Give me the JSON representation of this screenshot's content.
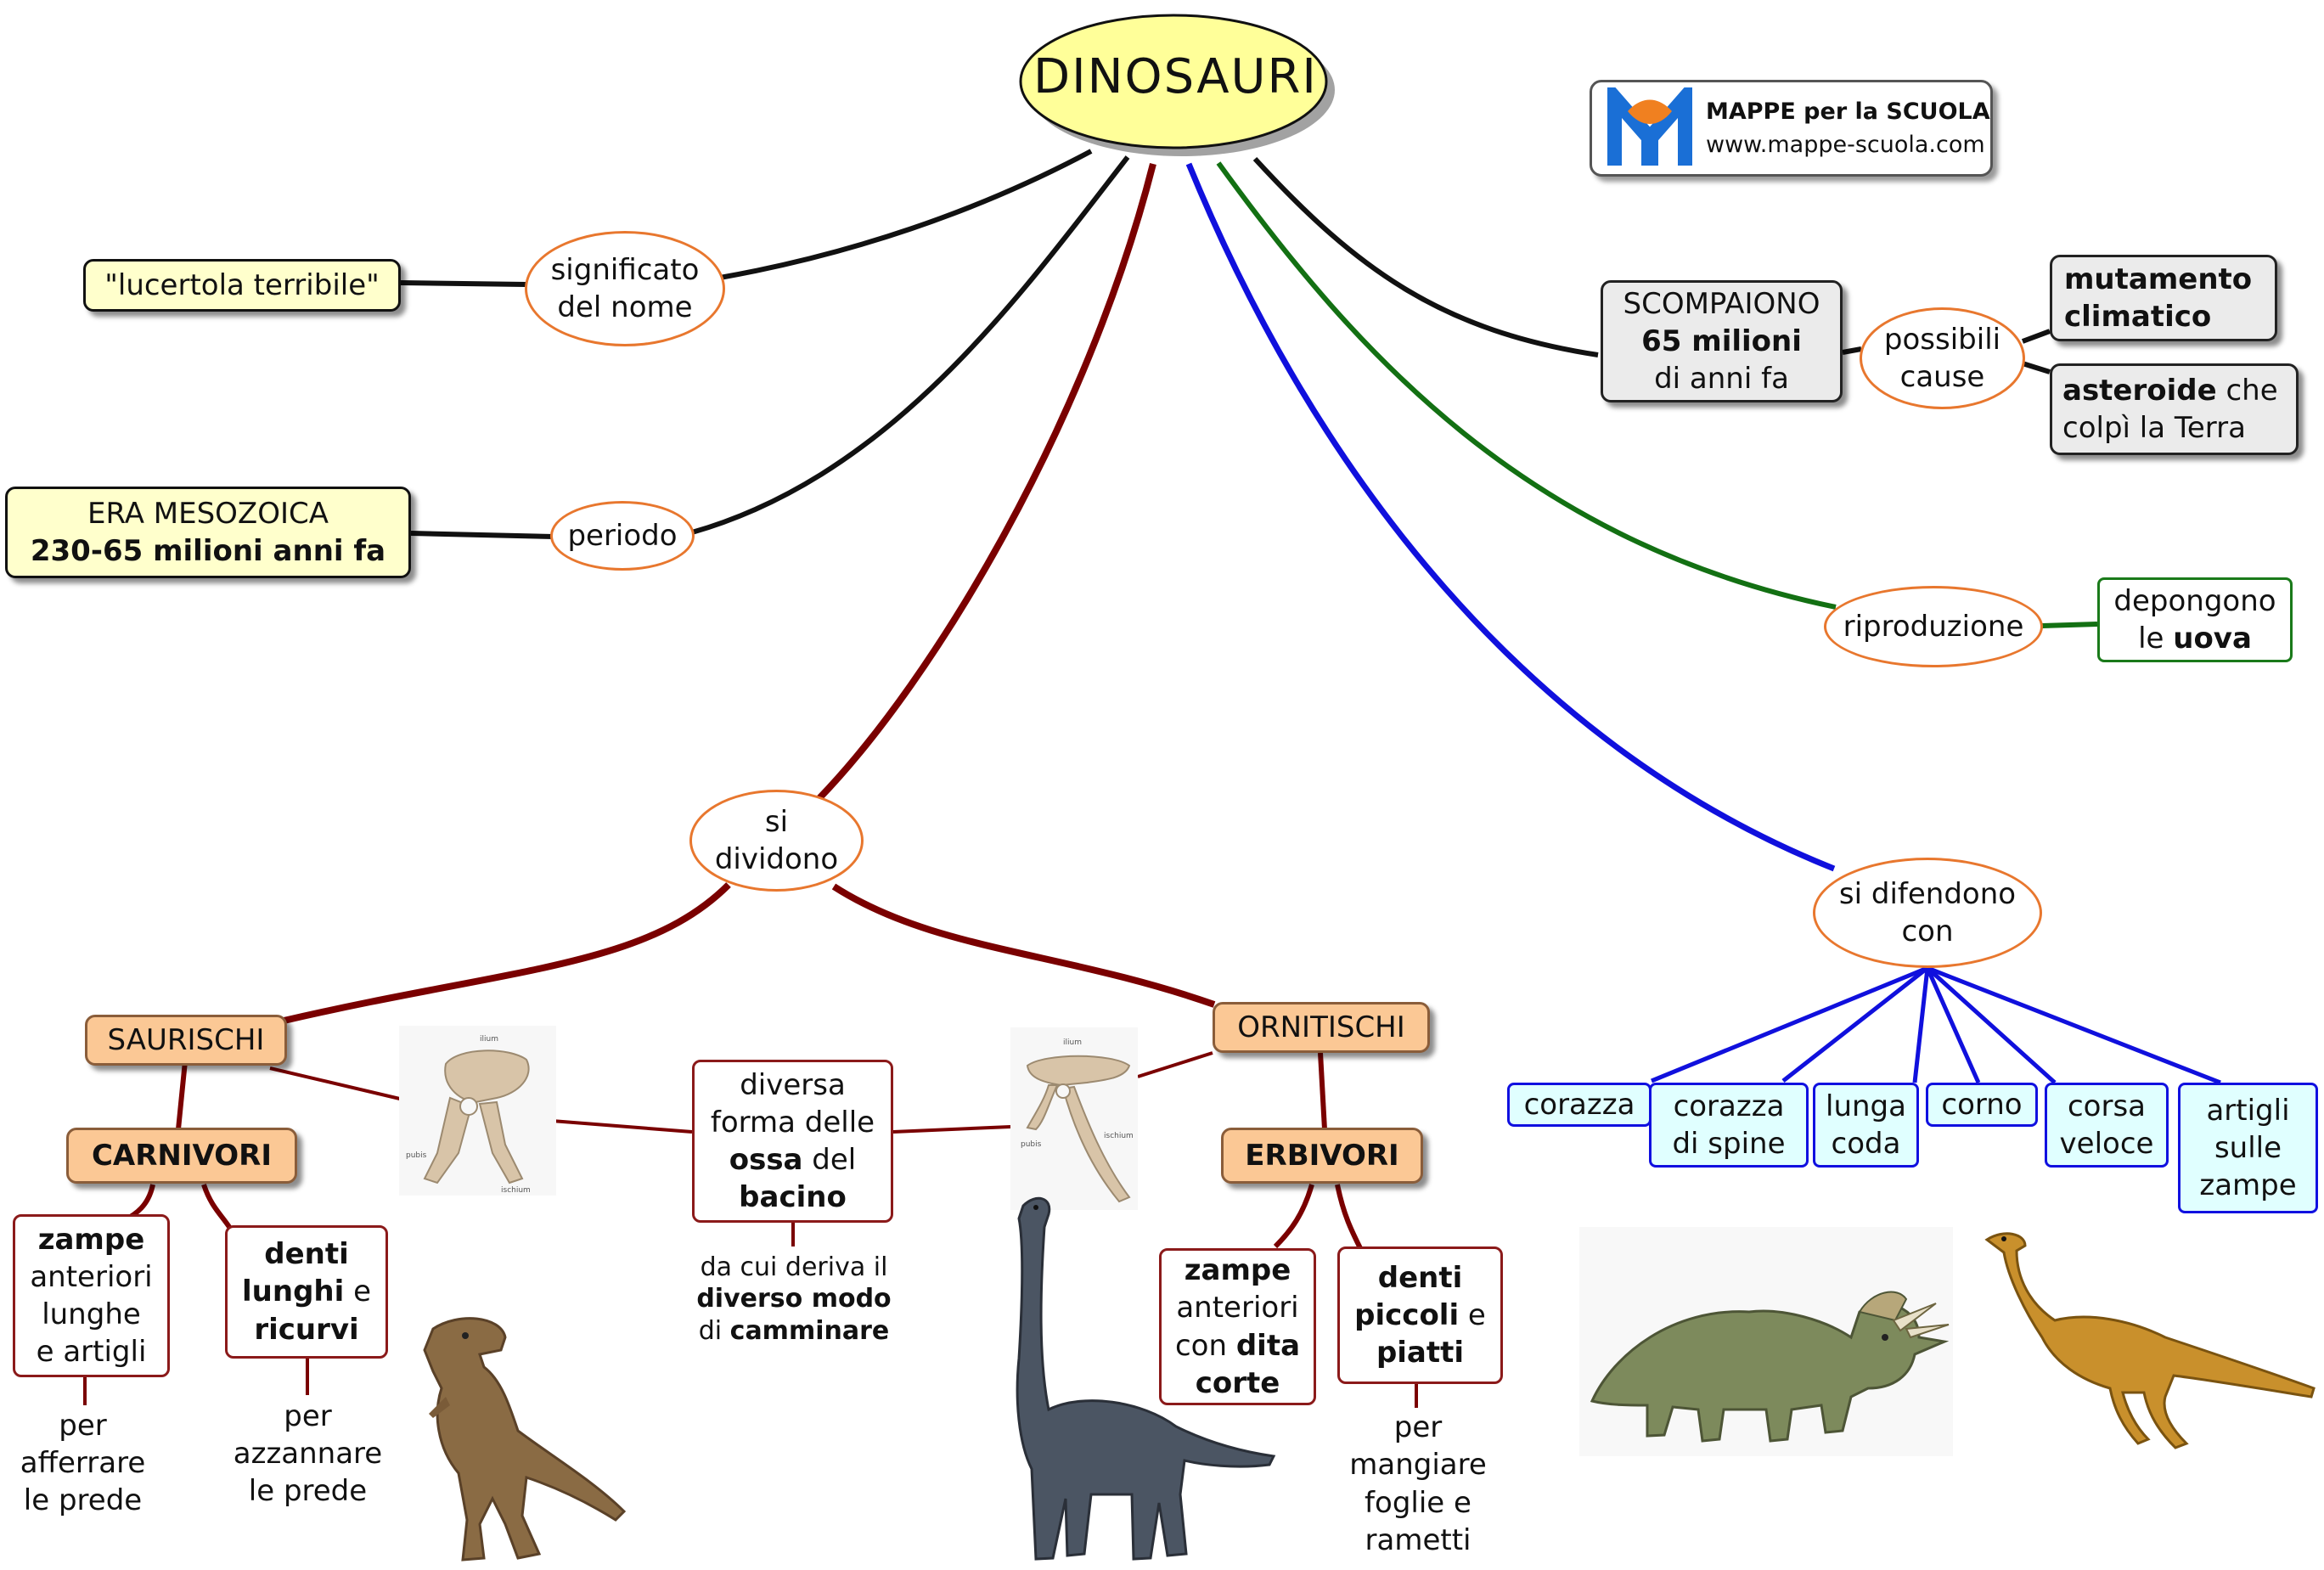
{
  "colors": {
    "dark_red": "#7a0000",
    "blue": "#1010dd",
    "green": "#137013",
    "black": "#111111",
    "oval_border": "#e8772e",
    "yellow_fill": "#ffffcc",
    "orange_fill": "#fbc895",
    "light_blue_fill": "#e0ffff"
  },
  "logo": {
    "title": "MAPPE per la SCUOLA",
    "url": "www.mappe-scuola.com",
    "icon": "mappe-scuola-logo-icon"
  },
  "root": {
    "label": "DINOSAURI"
  },
  "significato": {
    "label_1": "significato",
    "label_2": "del nome",
    "value": "\"lucertola terribile\""
  },
  "periodo": {
    "label": "periodo",
    "value_1": "ERA MESOZOICA",
    "value_2": "230-65 milioni anni fa"
  },
  "scompaiono": {
    "line_1": "SCOMPAIONO",
    "line_2": "65 milioni",
    "line_3": "di anni fa",
    "cause_label_1": "possibili",
    "cause_label_2": "cause",
    "cause_a_1": "mutamento",
    "cause_a_2": "climatico",
    "cause_b_bold": "asteroide",
    "cause_b_rest": " che",
    "cause_b_2": "colpì la Terra"
  },
  "riproduzione": {
    "label": "riproduzione",
    "value_1": "depongono",
    "value_2_plain": "le ",
    "value_2_bold": "uova"
  },
  "dividono": {
    "label_1": "si",
    "label_2": "dividono",
    "saurischi": "SAURISCHI",
    "ornitischi": "ORNITISCHI",
    "bacino_1": "diversa",
    "bacino_2": "forma delle",
    "bacino_3_bold": "ossa",
    "bacino_3_rest": " del",
    "bacino_4": "bacino",
    "note_1": "da cui deriva il",
    "note_2": "diverso modo",
    "note_3_plain": "di ",
    "note_3_bold": "camminare",
    "carnivori": "CARNIVORI",
    "erbivori": "ERBIVORI",
    "zampe_c_1": "zampe",
    "zampe_c_2": "anteriori",
    "zampe_c_3": "lunghe",
    "zampe_c_4": "e artigli",
    "zampe_c_purpose": [
      "per",
      "afferrare",
      "le prede"
    ],
    "denti_c_1": "denti",
    "denti_c_2_bold": "lunghi",
    "denti_c_2_rest": " e",
    "denti_c_3": "ricurvi",
    "denti_c_purpose": [
      "per",
      "azzannare",
      "le prede"
    ],
    "zampe_e_1": "zampe",
    "zampe_e_2": "anteriori",
    "zampe_e_3_plain": "con ",
    "zampe_e_3_bold": "dita",
    "zampe_e_4": "corte",
    "denti_e_1": "denti",
    "denti_e_2_bold": "piccoli",
    "denti_e_2_rest": " e",
    "denti_e_3": "piatti",
    "denti_e_purpose": [
      "per",
      "mangiare",
      "foglie e",
      "rametti"
    ],
    "pelvis_labels_left": [
      "ilium",
      "pubis",
      "ischium"
    ],
    "pelvis_labels_right": [
      "ilium",
      "pubis",
      "ischium"
    ]
  },
  "difesa": {
    "label_1": "si difendono",
    "label_2": "con",
    "items": [
      [
        "corazza"
      ],
      [
        "corazza",
        "di spine"
      ],
      [
        "lunga",
        "coda"
      ],
      [
        "corno"
      ],
      [
        "corsa",
        "veloce"
      ],
      [
        "artigli",
        "sulle",
        "zampe"
      ]
    ]
  }
}
